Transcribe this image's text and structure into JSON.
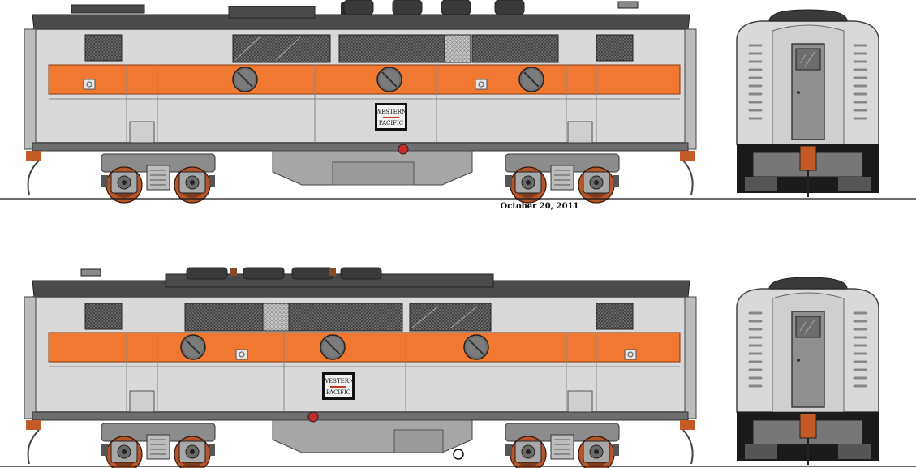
{
  "caption": {
    "date": "October 20, 2011"
  },
  "herald": {
    "line1": "WESTERN",
    "line2": "PACIFIC"
  },
  "colors": {
    "body": "#d9d9d9",
    "stripe": "#f07830",
    "roof": "#4a4a4a",
    "frame": "#6e6e6e",
    "truck": "#9a9a9a",
    "wheel": "#b5552a",
    "fuel_tank": "#a6a6a6",
    "grille": "#555555",
    "door": "#8f8f8f",
    "ground": "#111111"
  },
  "units": [
    {
      "name": "upper-b-unit",
      "label": "Upper locomotive side view"
    },
    {
      "name": "lower-b-unit",
      "label": "Lower locomotive side view"
    }
  ]
}
